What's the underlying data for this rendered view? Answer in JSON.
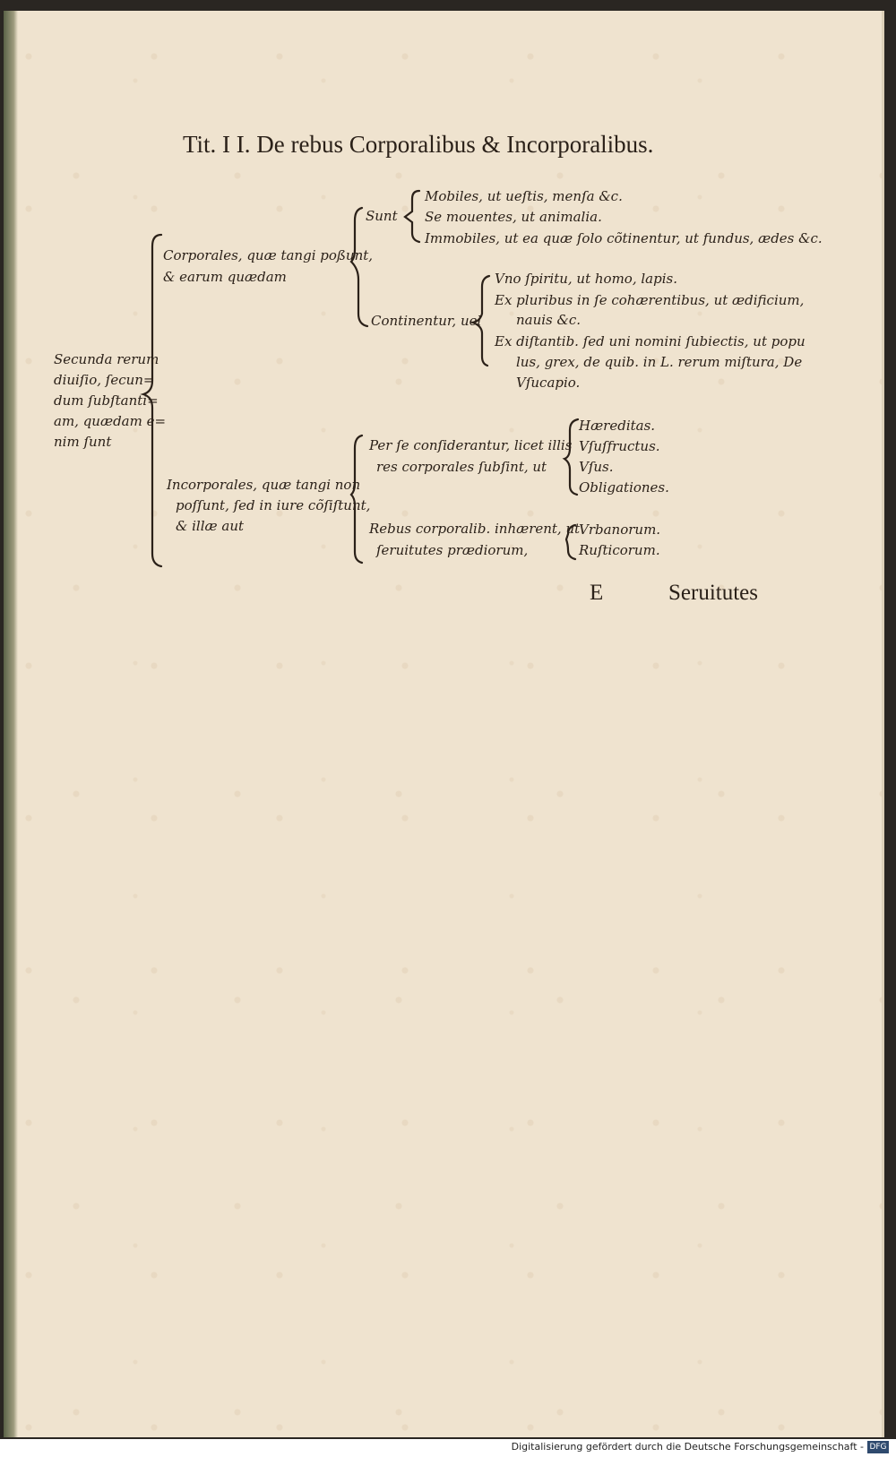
{
  "page": {
    "title": "Tit. I I. De rebus Corporalibus & Incorporalibus.",
    "signature": "E",
    "catchword": "Seruitutes"
  },
  "diagram": {
    "root": [
      "Secunda rerum",
      "diuiſio, ſecun=",
      "dum ſubſtanti=",
      "am, quædam e=",
      "nim ſunt"
    ],
    "corporales": [
      "Corporales, quæ tangi poßunt,",
      "& earum quædam"
    ],
    "sunt_label": "Sunt",
    "sunt_items": [
      "Mobiles, ut ueſtis, menſa &c.",
      "Se mouentes, ut animalia.",
      "Immobiles, ut ea quæ ſolo cõtinentur, ut fundus, ædes &c."
    ],
    "continentur_label": "Continentur, uel",
    "continentur_items": [
      "Vno ſpiritu, ut homo, lapis.",
      "Ex pluribus in ſe cohærentibus, ut ædificium,",
      "nauis &c.",
      "Ex diſtantib. ſed uni nomini ſubiectis, ut popu",
      "lus, grex, de quib. in L. rerum miſtura, De",
      "Vſucapio."
    ],
    "incorporales": [
      "Incorporales, quæ tangi non",
      "poſſunt, ſed in iure cõſiſtunt,",
      "& illæ aut"
    ],
    "perse": [
      "Per ſe conſiderantur, licet illis",
      "res corporales ſubſint, ut"
    ],
    "perse_items": [
      "Hæreditas.",
      "Vſuſfructus.",
      "Vſus.",
      "Obligationes."
    ],
    "rebus": [
      "Rebus corporalib. inhærent, ut",
      "ſeruitutes prædiorum,"
    ],
    "rebus_items": [
      "Vrbanorum.",
      "Ruſticorum."
    ]
  },
  "footer": {
    "text": "Digitalisierung gefördert durch die Deutsche Forschungsgemeinschaft -",
    "logo": "DFG"
  }
}
